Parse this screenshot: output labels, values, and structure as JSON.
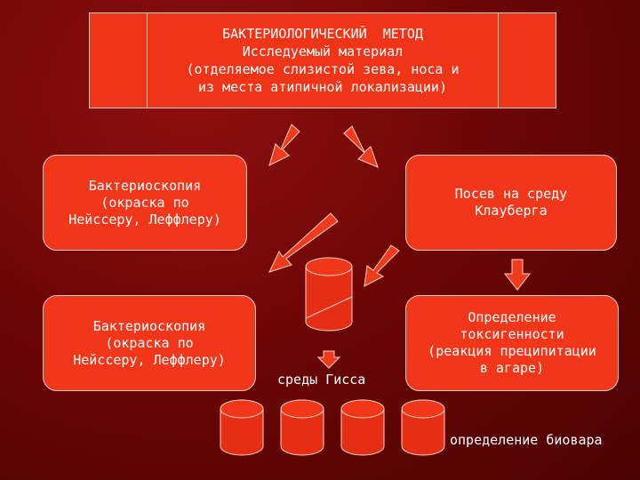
{
  "title_box": {
    "lines": [
      "БАКТЕРИОЛОГИЧЕСКИЙ  МЕТОД",
      "Исследуемый материал",
      "(отделяемое слизистой зева, носа и",
      "из места атипичной локализации)"
    ]
  },
  "left_top_box": {
    "lines": [
      "Бактериоскопия",
      "(окраска по",
      "Нейссеру, Леффлеру)"
    ]
  },
  "left_bottom_box": {
    "lines": [
      "Бактериоскопия",
      "(окраска по",
      "Нейссеру, Леффлеру)"
    ]
  },
  "right_top_box": {
    "lines": [
      "Посев на среду",
      "Клауберга"
    ]
  },
  "right_bottom_box": {
    "lines": [
      "Определение",
      "токсигенности",
      "(реакция преципитации",
      "в агаре)"
    ]
  },
  "labels": {
    "hiss_media": "среды Гисса",
    "biovar": "определение биовара"
  },
  "colors": {
    "box_fill": "#f2361a",
    "box_border": "#ffd2c4",
    "arrow_fill": "#f03a1c",
    "background": "#6e0606"
  }
}
